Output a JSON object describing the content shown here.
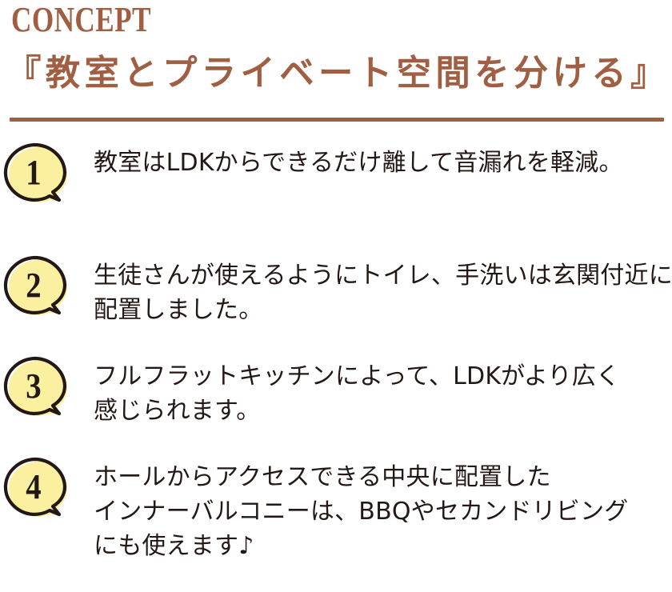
{
  "header": {
    "eyebrow": "CONCEPT",
    "headline": "『教室とプライベート空間を分ける』",
    "divider": "horizontal-rule"
  },
  "colors": {
    "brand_brown": "#a05f42",
    "text_dark": "#231815",
    "badge_fill": "#faf0a0",
    "badge_outline": "#231815",
    "background": "#ffffff"
  },
  "items": [
    {
      "number": "1",
      "lines": [
        "教室はLDKからできるだけ離して音漏れを軽減。"
      ]
    },
    {
      "number": "2",
      "lines": [
        "生徒さんが使えるようにトイレ、手洗いは玄関付近に",
        "配置しました。"
      ]
    },
    {
      "number": "3",
      "lines": [
        "フルフラットキッチンによって、LDKがより広く",
        "感じられます。"
      ]
    },
    {
      "number": "4",
      "lines": [
        "ホールからアクセスできる中央に配置した",
        "インナーバルコニーは、BBQやセカンドリビング",
        "にも使えます♪"
      ]
    }
  ]
}
